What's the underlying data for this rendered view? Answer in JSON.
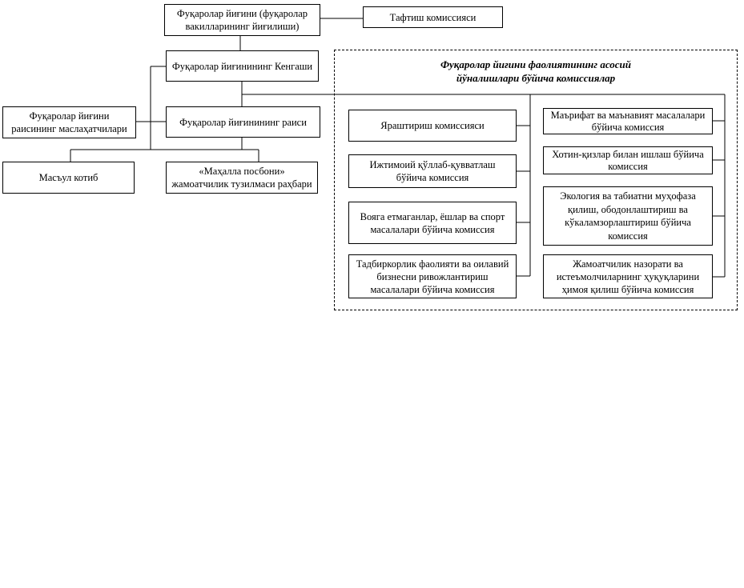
{
  "page": {
    "background": "#ffffff",
    "line_color": "#000000",
    "box_fill": "#ffffff",
    "box_border": "#000000"
  },
  "org_chart": {
    "nodes": {
      "assembly": "Фуқаролар йиғини (фуқаролар\nвакилларининг йиғилиши)",
      "audit_commission": "Тафтиш комиссияси",
      "council": "Фуқаролар йиғинининг Кенгаши",
      "advisors": "Фуқаролар йиғини\nраисининг маслаҳатчилари",
      "chairman": "Фуқаролар йиғинининг раиси",
      "secretary": "Масъул котиб",
      "posbon_leader": "«Маҳалла посбони»\nжамоатчилик тузилмаси раҳбари"
    },
    "commissions": {
      "title": "Фуқаролар йиғини фаолиятининг асосий\nйўналишлари бўйича комиссиялар",
      "left": [
        "Яраштириш комиссияси",
        "Ижтимоий қўллаб-қувватлаш\nбўйича комиссия",
        "Вояга етмаганлар, ёшлар ва спорт\nмасалалари бўйича комиссия",
        "Тадбиркорлик фаолияти ва оилавий\nбизнесни ривожлантириш\nмасалалари бўйича комиссия"
      ],
      "right": [
        "Маърифат ва маънавият масалалари\nбўйича комиссия",
        "Хотин-қизлар билан ишлаш бўйича\nкомиссия",
        "Экология ва табиатни муҳофаза\nқилиш, ободонлаштириш ва\nкўкаламзорлаштириш бўйича\nкомиссия",
        "Жамоатчилик назорати ва\nистеъмолчиларнинг ҳуқуқларини\nҳимоя қилиш бўйича комиссия"
      ]
    }
  }
}
